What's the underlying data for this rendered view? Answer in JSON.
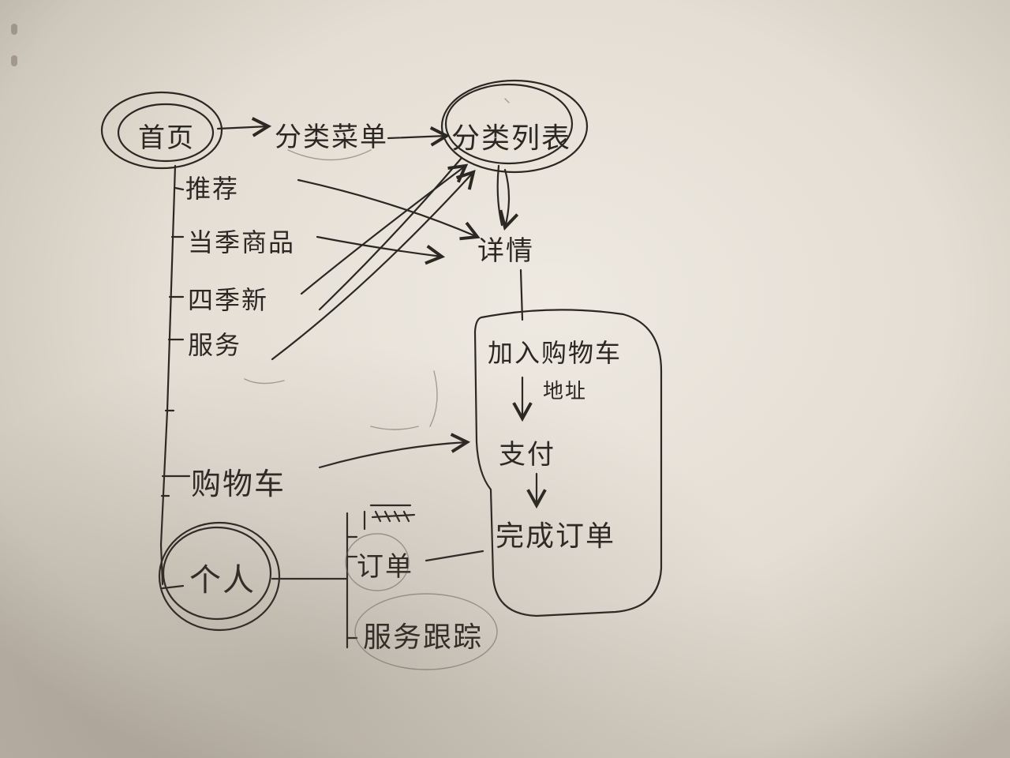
{
  "nodes": {
    "home": "首页",
    "category_menu": "分类菜单",
    "category_list": "分类列表",
    "recommend": "推荐",
    "seasonal_goods": "当季商品",
    "season_new": "四季新",
    "service": "服务",
    "detail": "详情",
    "add_to_cart": "加入购物车",
    "address": "地址",
    "pay": "支付",
    "complete_order": "完成订单",
    "cart": "购物车",
    "personal": "个人",
    "order": "订单",
    "service_tracking": "服务跟踪"
  },
  "colors": {
    "ink": "#2b2722",
    "paper": "#e8e3da"
  }
}
